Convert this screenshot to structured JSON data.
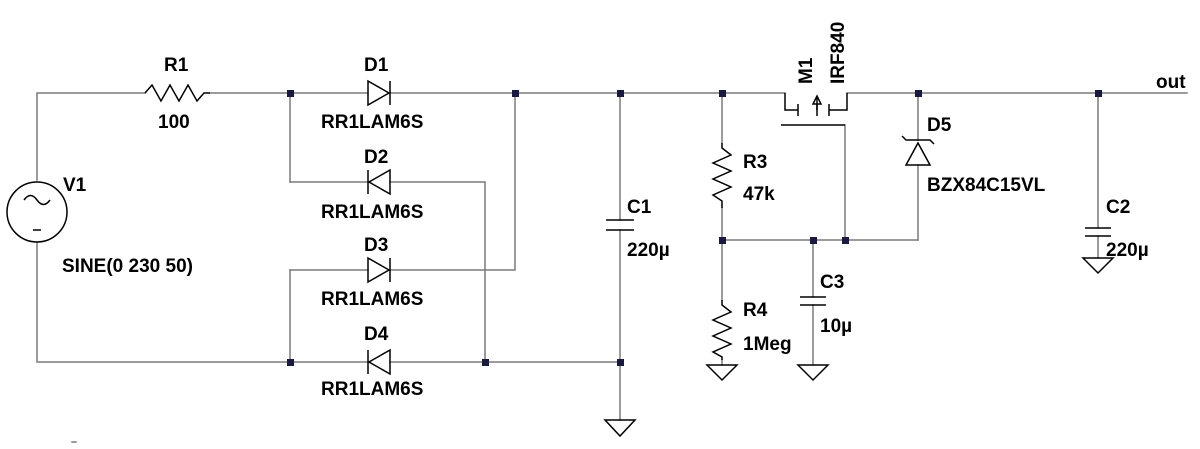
{
  "colors": {
    "wire": "#7a7a7a",
    "component": "#000000",
    "junction": "#1a1a40",
    "background": "#ffffff"
  },
  "source": {
    "ref": "V1",
    "value": "SINE(0 230 50)"
  },
  "resistors": {
    "r1": {
      "ref": "R1",
      "value": "100"
    },
    "r3": {
      "ref": "R3",
      "value": "47k"
    },
    "r4": {
      "ref": "R4",
      "value": "1Meg"
    }
  },
  "diodes": {
    "d1": {
      "ref": "D1",
      "value": "RR1LAM6S"
    },
    "d2": {
      "ref": "D2",
      "value": "RR1LAM6S"
    },
    "d3": {
      "ref": "D3",
      "value": "RR1LAM6S"
    },
    "d4": {
      "ref": "D4",
      "value": "RR1LAM6S"
    },
    "d5": {
      "ref": "D5",
      "value": "BZX84C15VL"
    }
  },
  "capacitors": {
    "c1": {
      "ref": "C1",
      "value": "220µ"
    },
    "c2": {
      "ref": "C2",
      "value": "220µ"
    },
    "c3": {
      "ref": "C3",
      "value": "10µ"
    }
  },
  "mosfet": {
    "ref": "M1",
    "value": "IRF840"
  },
  "net_labels": {
    "out": "out"
  }
}
